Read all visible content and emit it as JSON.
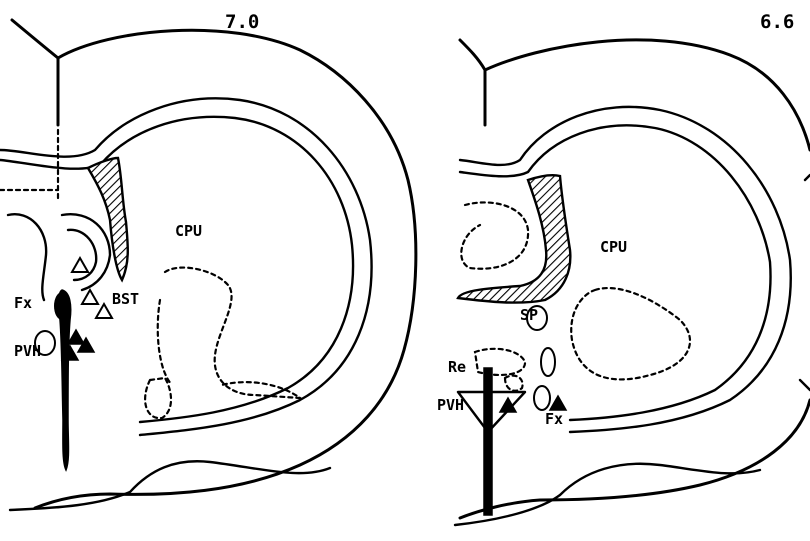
{
  "sections": [
    {
      "level": "7.0",
      "labels": {
        "cpu": "CPU",
        "bst": "BST",
        "fx": "Fx",
        "pvh": "PVH"
      }
    },
    {
      "level": "6.6",
      "labels": {
        "cpu": "CPU",
        "sp": "SP",
        "re": "Re",
        "pvh": "PVH",
        "fx": "Fx"
      }
    }
  ],
  "markers": {
    "open_triangle": "injection site (open)",
    "filled_triangle": "labeled site (filled)"
  }
}
